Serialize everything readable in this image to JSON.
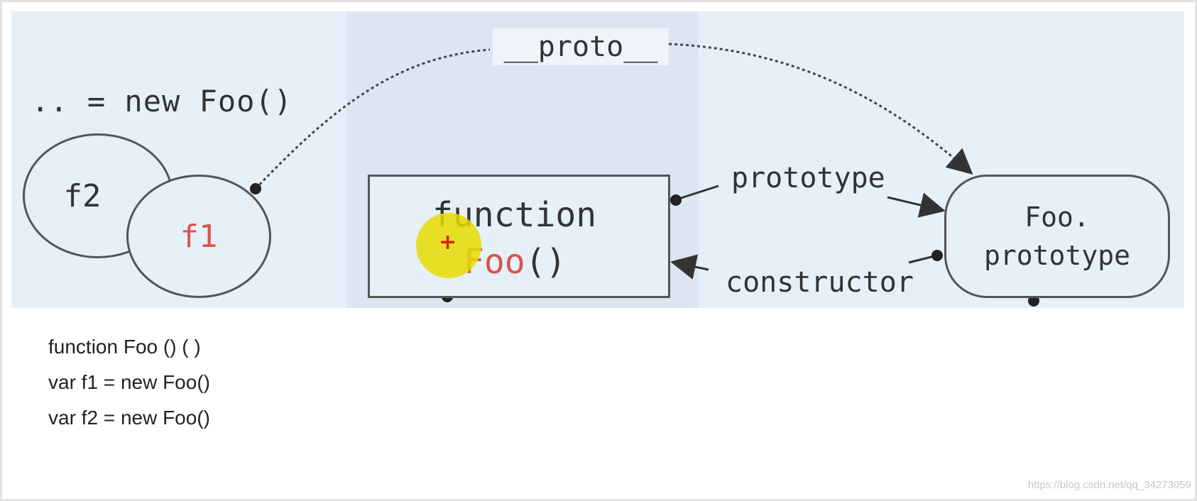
{
  "diagram": {
    "new_expr": ".. = new Foo()",
    "proto_label": "__proto__",
    "f2_label": "f2",
    "f1_label": "f1",
    "func_keyword": "function",
    "func_name": "Foo",
    "func_parens": "()",
    "prototype_label": "prototype",
    "constructor_label": "constructor",
    "foo_proto_line1": "Foo.",
    "foo_proto_line2": "prototype"
  },
  "code": {
    "line1": "function Foo () (   )",
    "line2": "var f1 = new Foo()",
    "line3": "var f2 = new Foo()"
  },
  "watermark": "https://blog.csdn.net/qq_34273059",
  "colors": {
    "diagram_bg": "#e6f0f8",
    "mid_band": "#dce6f2",
    "accent_red": "#d9534f",
    "cursor_yellow": "#e6dc00"
  },
  "icons": {
    "cursor": "cursor-highlight-icon"
  }
}
